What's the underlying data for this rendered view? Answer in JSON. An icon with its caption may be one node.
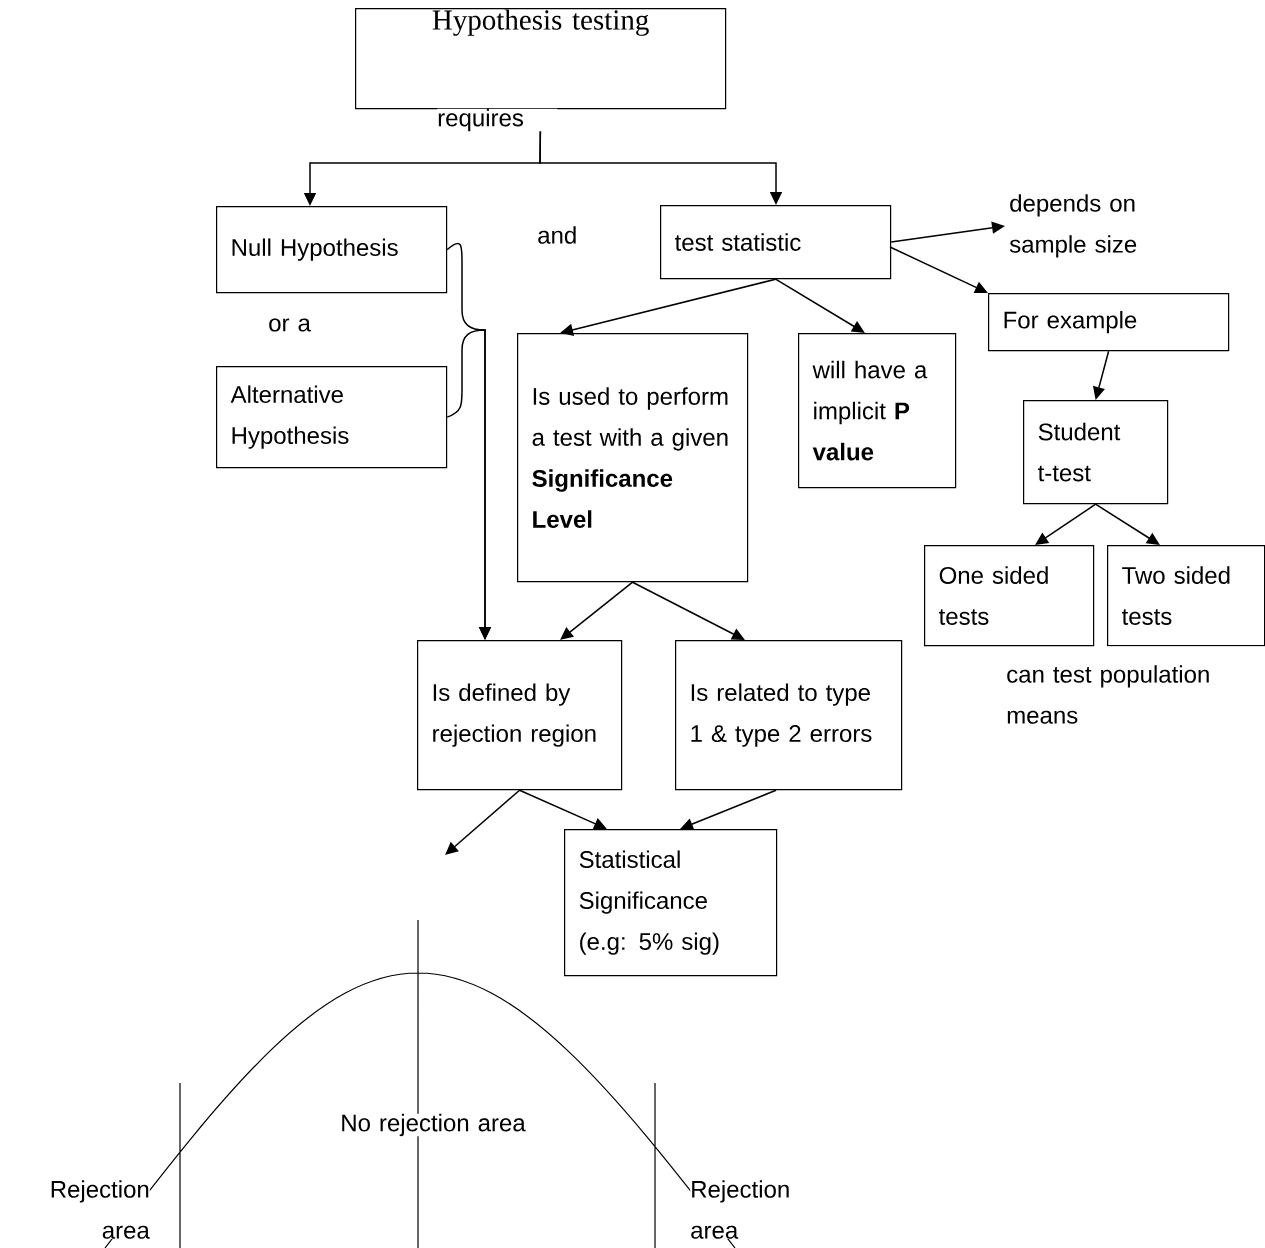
{
  "diagram": {
    "nodes": [
      {
        "text": [
          "Hypothesis testing"
        ]
      },
      {
        "text": [
          "Null Hypothesis"
        ]
      },
      {
        "text": [
          "Alternative Hypothesis"
        ]
      },
      {
        "text": [
          "test statistic"
        ]
      },
      {
        "text": [
          "depends on sample size"
        ]
      },
      {
        "text": [
          "For example"
        ]
      },
      {
        "text": [
          "Is used to perform a test with a given **Significance Level**"
        ]
      },
      {
        "text": [
          "will have a implicit **P value**"
        ]
      },
      {
        "text": [
          "Student t-test"
        ]
      },
      {
        "text": [
          "One sided tests"
        ]
      },
      {
        "text": [
          "Two sided tests"
        ]
      },
      {
        "text": [
          "Is defined by rejection region"
        ]
      },
      {
        "text": [
          "Is related to type 1 & type 2 errors"
        ]
      },
      {
        "text": [
          "Statistical Significance (e.g: 5% sig)"
        ]
      }
    ],
    "edges": [
      {
        "from": 0,
        "to": 1,
        "arrow": "to"
      },
      {
        "from": 0,
        "to": 3,
        "arrow": "to"
      },
      {
        "from": 3,
        "to": 4,
        "arrow": "to"
      },
      {
        "from": 3,
        "to": 5,
        "arrow": "to"
      },
      {
        "from": 3,
        "to": 6,
        "arrow": "to"
      },
      {
        "from": 3,
        "to": 7,
        "arrow": "to"
      },
      {
        "from": 5,
        "to": 8,
        "arrow": "to"
      },
      {
        "from": 8,
        "to": 9,
        "arrow": "to"
      },
      {
        "from": 8,
        "to": 10,
        "arrow": "to"
      },
      {
        "from": 1,
        "to": 11,
        "arrow": "to"
      },
      {
        "from": 2,
        "to": 11,
        "arrow": "to"
      },
      {
        "from": 6,
        "to": 11,
        "arrow": "to"
      },
      {
        "from": 6,
        "to": 12,
        "arrow": "to"
      },
      {
        "from": 11,
        "to": 13,
        "arrow": "to"
      },
      {
        "from": 12,
        "to": 13,
        "arrow": "to"
      },
      {
        "from": 11,
        "to": null,
        "arrow": "to"
      }
    ],
    "labels": [
      "requires",
      "and",
      "or a",
      "can test population means",
      "No rejection area",
      "Rejection area",
      "Rejection area"
    ]
  }
}
